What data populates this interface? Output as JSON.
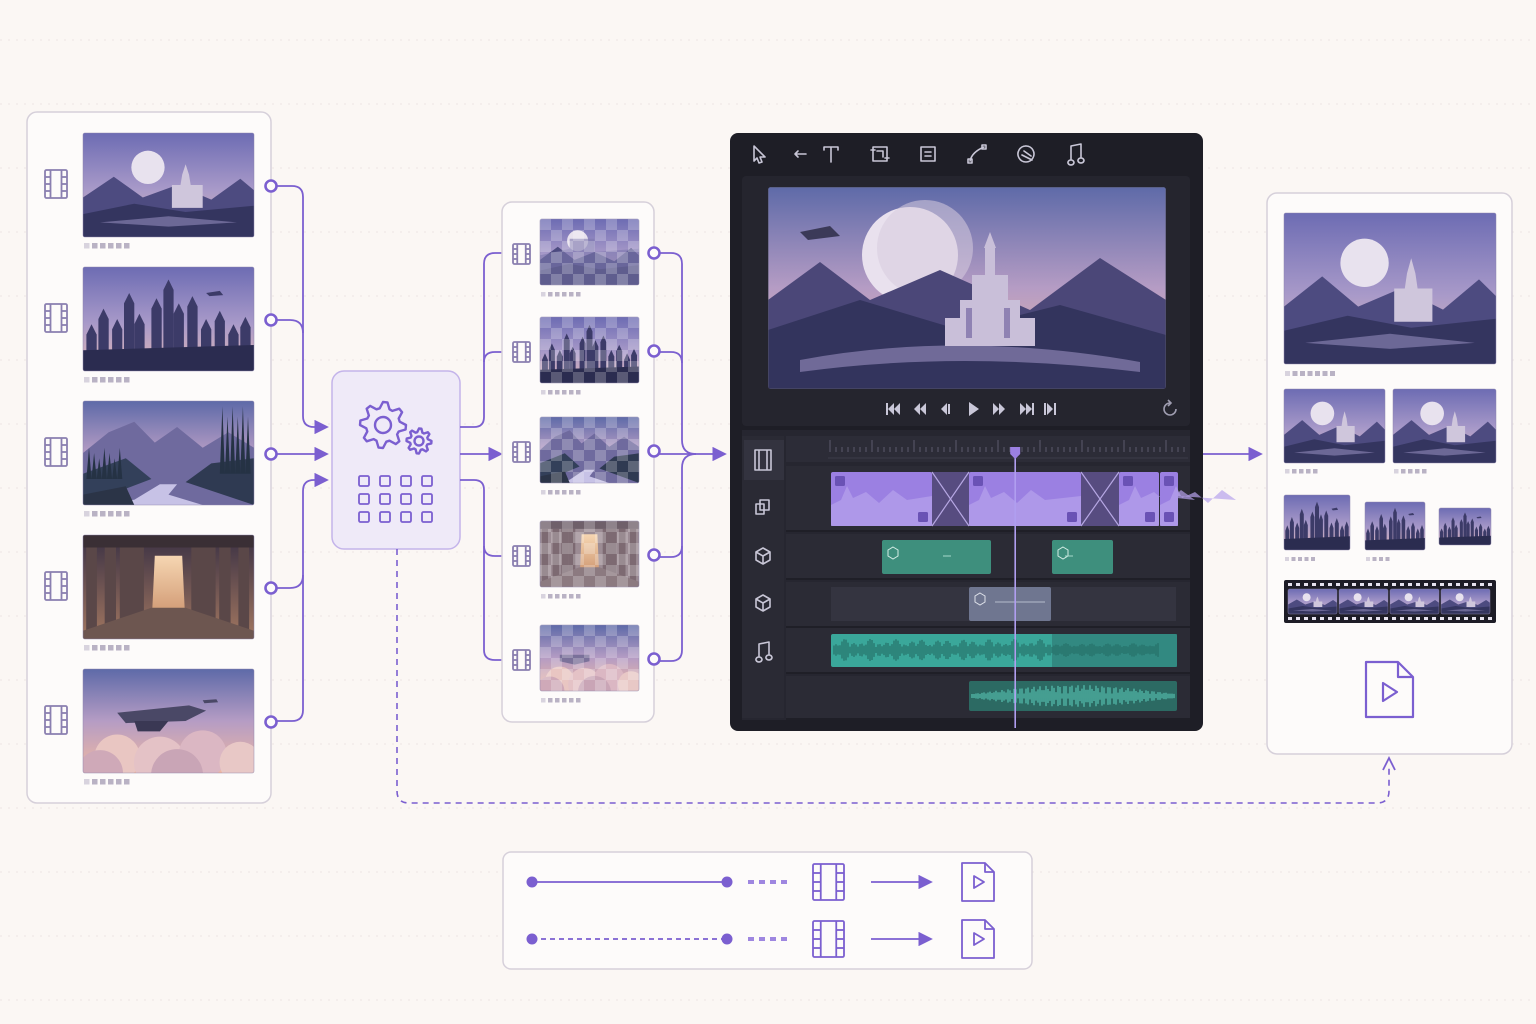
{
  "colors": {
    "background": "#fbf7f4",
    "accent": "#7b5fd0",
    "accent_light": "#9e86e0",
    "panel_border": "#cfc8d6",
    "editor_bg": "#1f1f27",
    "editor_panel": "#272731",
    "clip_purple": "#9a7fe0",
    "clip_teal": "#3f8f7e",
    "audio_teal": "#3aa79a"
  },
  "source_panel": {
    "items": [
      {
        "scene": "moon-fortress"
      },
      {
        "scene": "spire-city"
      },
      {
        "scene": "mountain-river"
      },
      {
        "scene": "temple-corridor"
      },
      {
        "scene": "sky-ship"
      }
    ]
  },
  "processor": {
    "icon": "gears-icon",
    "grid_icon": "grid-icon"
  },
  "frames_panel": {
    "items": [
      {
        "scene": "pixel-moon"
      },
      {
        "scene": "pixel-city"
      },
      {
        "scene": "pixel-valley"
      },
      {
        "scene": "pixel-corridor"
      },
      {
        "scene": "pixel-clouds"
      }
    ]
  },
  "editor": {
    "toolbar_icons": [
      "cursor-icon",
      "arrow-left-icon",
      "text-icon",
      "crop-icon",
      "transform-icon",
      "path-icon",
      "shape-icon",
      "music-icon"
    ],
    "transport_icons": [
      "skip-start-icon",
      "rewind-icon",
      "step-back-icon",
      "play-icon",
      "step-forward-icon",
      "fast-forward-icon",
      "skip-end-icon"
    ],
    "loop_icon": "loop-icon",
    "track_icons": [
      "film-icon",
      "layers-icon",
      "cube-icon",
      "cube-icon",
      "music-icon"
    ],
    "playhead_fraction": 0.52
  },
  "output_panel": {
    "file_icon": "video-file-icon"
  },
  "legend": {
    "rows": [
      {
        "line": "solid",
        "icons": [
          "film-icon",
          "video-file-icon"
        ]
      },
      {
        "line": "dashed",
        "icons": [
          "film-icon",
          "video-file-icon"
        ]
      }
    ]
  }
}
